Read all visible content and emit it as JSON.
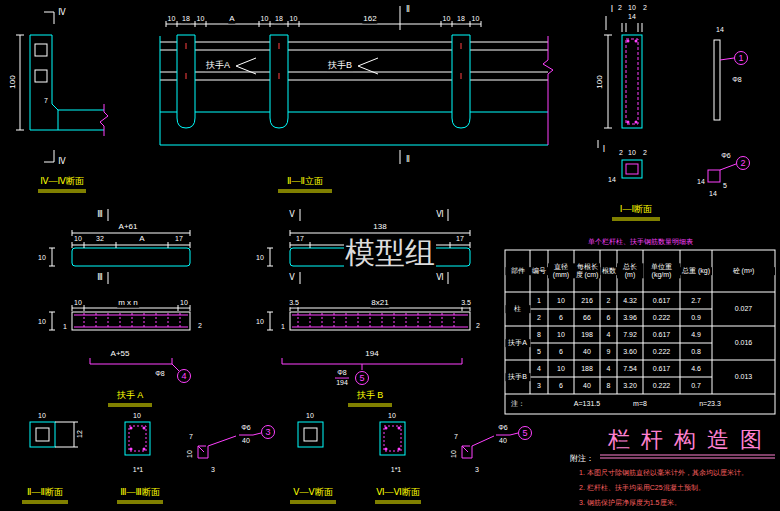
{
  "diagram": {
    "title": "栏杆构造图",
    "nodes": [
      {
        "text": [
          "1"
        ]
      },
      {
        "text": [
          "2"
        ]
      },
      {
        "text": [
          "4"
        ]
      },
      {
        "text": [
          "5"
        ]
      },
      {
        "text": [
          "3"
        ]
      },
      {
        "text": [
          "5"
        ]
      }
    ],
    "labels": [
      "Ⅳ",
      "Ⅳ",
      "100",
      "7",
      "Ⅳ—Ⅳ断面",
      "10",
      "18",
      "10",
      "A",
      "10",
      "18",
      "10",
      "162",
      "10",
      "18",
      "10",
      "Ⅱ",
      "Ⅱ",
      "扶手A",
      "扶手B",
      "Ⅱ—Ⅱ立面",
      "Ⅰ",
      "2",
      "10",
      "2",
      "14",
      "14",
      "100",
      "Φ8",
      "Ⅰ",
      "2",
      "10",
      "2",
      "14",
      "Ⅰ—Ⅰ断面",
      "Φ6",
      "14",
      "5",
      "14",
      "A+61",
      "Ⅲ",
      "Ⅲ",
      "10",
      "32",
      "A",
      "17",
      "10",
      "10",
      "m x n",
      "10",
      "10",
      "1",
      "2",
      "A+55",
      "Φ8",
      "扶手 A",
      "138",
      "Ⅴ",
      "Ⅴ",
      "Ⅵ",
      "Ⅵ",
      "17",
      "17",
      "10",
      "3.5",
      "8x21",
      "3.5",
      "10",
      "1",
      "2",
      "194",
      "Φ8",
      "194",
      "扶手 B",
      "10",
      "12",
      "Ⅱ—Ⅱ断面",
      "10",
      "1*1",
      "Ⅲ—Ⅲ断面",
      "7",
      "10",
      "3",
      "Φ6",
      "40",
      "10",
      "Ⅴ—Ⅴ断面",
      "10",
      "1*1",
      "Ⅵ—Ⅵ断面",
      "7",
      "10",
      "3",
      "Φ6",
      "40",
      "单个栏杆柱、扶手钢筋数量明细表",
      "部件",
      "编号",
      "直径 (mm)",
      "每根长度 (cm)",
      "根数",
      "总长 (m)",
      "单位重 (kg/m)",
      "总重 (kg)",
      "砼 (m³)",
      "柱",
      "1",
      "10",
      "216",
      "2",
      "4.32",
      "0.617",
      "2.7",
      "0.027",
      "2",
      "6",
      "66",
      "6",
      "3.96",
      "0.222",
      "0.9",
      "扶手A",
      "8",
      "10",
      "198",
      "4",
      "7.92",
      "0.617",
      "4.9",
      "0.016",
      "5",
      "6",
      "40",
      "9",
      "3.60",
      "0.222",
      "0.8",
      "扶手B",
      "4",
      "10",
      "188",
      "4",
      "7.54",
      "0.617",
      "4.6",
      "0.013",
      "3",
      "6",
      "40",
      "8",
      "3.20",
      "0.222",
      "0.7",
      "注：",
      "A=131.5",
      "m=8",
      "n=23.3",
      "附注：",
      "1. 本图尺寸除钢筋直径以毫米计外，其余均以厘米计。",
      "2. 栏杆柱、扶手均采用C25混凝土预制。",
      "3. 钢筋保护层净厚度为1.5厘米。",
      "模型组"
    ]
  }
}
